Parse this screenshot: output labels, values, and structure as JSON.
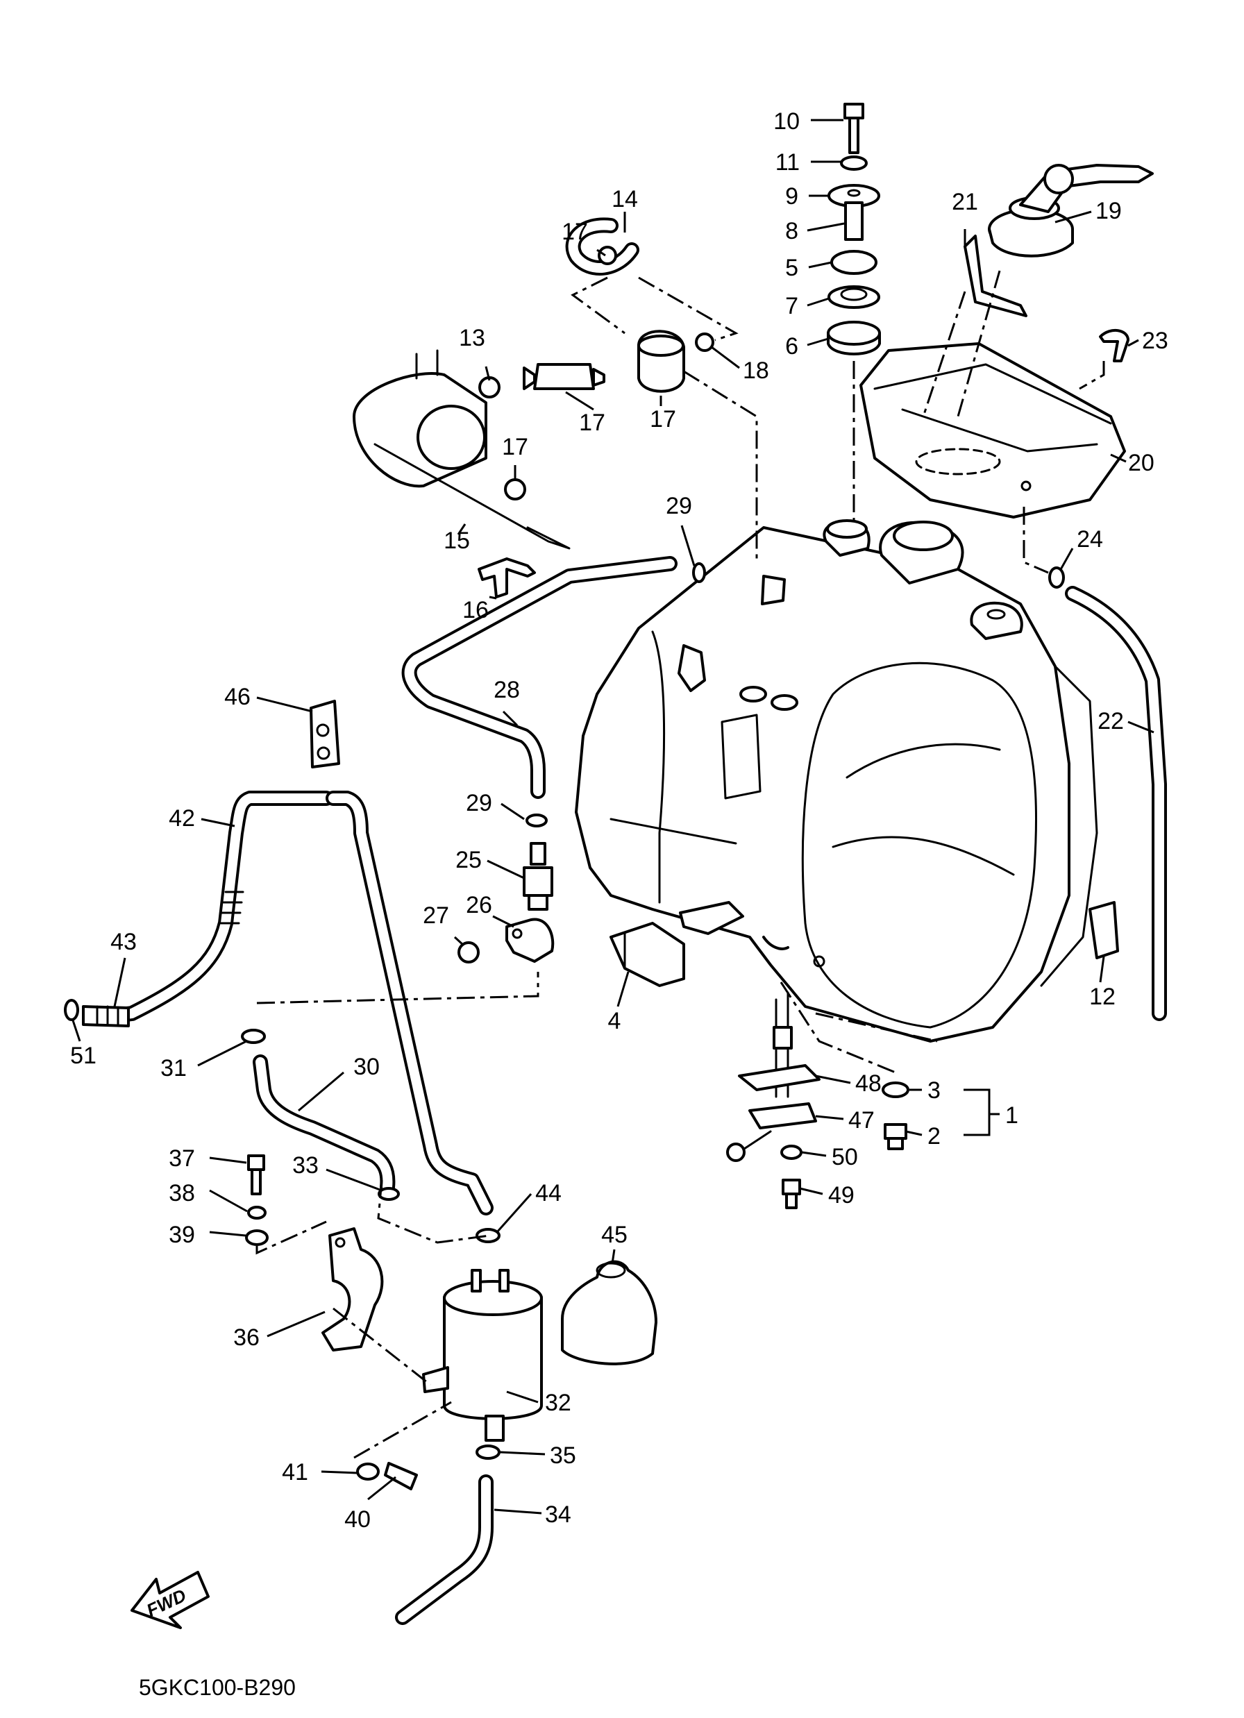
{
  "diagram_code": "5GKC100-B290",
  "fwd_arrow_label": "FWD",
  "callouts": [
    "10",
    "11",
    "9",
    "8",
    "5",
    "7",
    "6",
    "21",
    "19",
    "23",
    "20",
    "14",
    "17",
    "17",
    "18",
    "17",
    "13",
    "17",
    "15",
    "16",
    "29",
    "24",
    "28",
    "22",
    "46",
    "42",
    "29",
    "25",
    "26",
    "27",
    "12",
    "43",
    "4",
    "51",
    "48",
    "31",
    "30",
    "3",
    "1",
    "47",
    "2",
    "50",
    "49",
    "37",
    "33",
    "38",
    "44",
    "45",
    "39",
    "36",
    "32",
    "35",
    "41",
    "40",
    "34"
  ]
}
